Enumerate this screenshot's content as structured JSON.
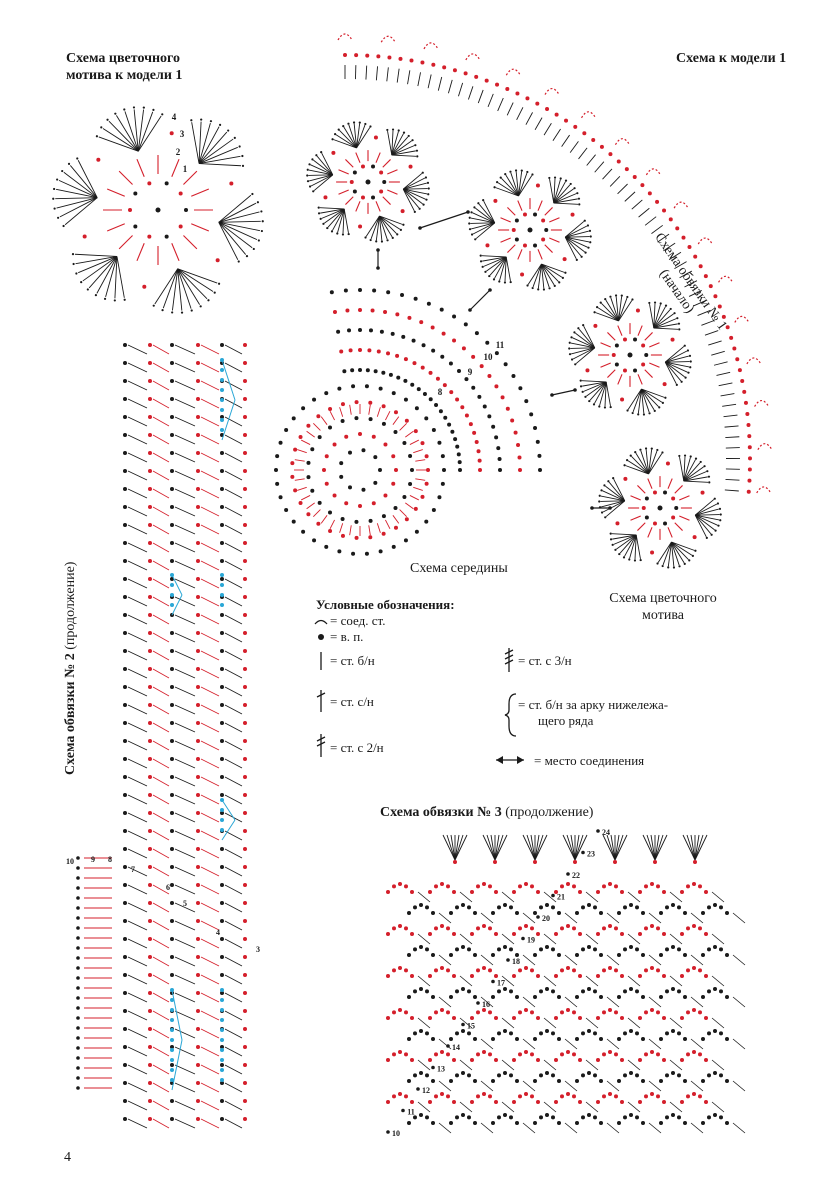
{
  "flower_title": [
    "Схема цветочного",
    "мотива к модели 1"
  ],
  "model_title": "Схема к модели 1",
  "edge1_title": {
    "main": "Схема обвязки № 1",
    "sub": "(начало)"
  },
  "center_label": "Схема середины",
  "motif_label": [
    "Схема цветочного",
    "мотива"
  ],
  "edge2_title": {
    "bold": "Схема обвязки № 2",
    "normal": " (продолжение)"
  },
  "edge3_title": {
    "bold": "Схема обвязки № 3",
    "normal": " (продолжение)"
  },
  "legend": {
    "title": "Условные обозначения:",
    "items": [
      {
        "symbol": "arc",
        "text": "= соед. ст."
      },
      {
        "symbol": "dot",
        "text": "= в. п."
      },
      {
        "symbol": "bar",
        "text": "= ст. б/н"
      },
      {
        "symbol": "bar1",
        "text": "= ст. с/н"
      },
      {
        "symbol": "bar2",
        "text": "= ст. с 2/н"
      },
      {
        "symbol": "bar3",
        "text": "= ст. с 3/н"
      },
      {
        "symbol": "brace",
        "text": "= ст. б/н за арку нижележа-"
      },
      {
        "symbol": "none",
        "text": "щего ряда"
      },
      {
        "symbol": "arrow",
        "text": "= место соединения"
      }
    ]
  },
  "motif_row_numbers": [
    "1",
    "2",
    "3",
    "4"
  ],
  "edge2_row_numbers": [
    "10",
    "9",
    "8",
    "7",
    "6",
    "5",
    "4",
    "3"
  ],
  "edge3_row_numbers": [
    "10",
    "11",
    "12",
    "13",
    "14",
    "15",
    "16",
    "17",
    "18",
    "19",
    "20",
    "21",
    "22",
    "23",
    "24"
  ],
  "center_row_numbers": [
    "8",
    "9",
    "10",
    "11"
  ],
  "page_number": "4",
  "colors": {
    "black": "#1a1a1a",
    "red": "#d41f2b",
    "blue": "#2aa7d6"
  }
}
